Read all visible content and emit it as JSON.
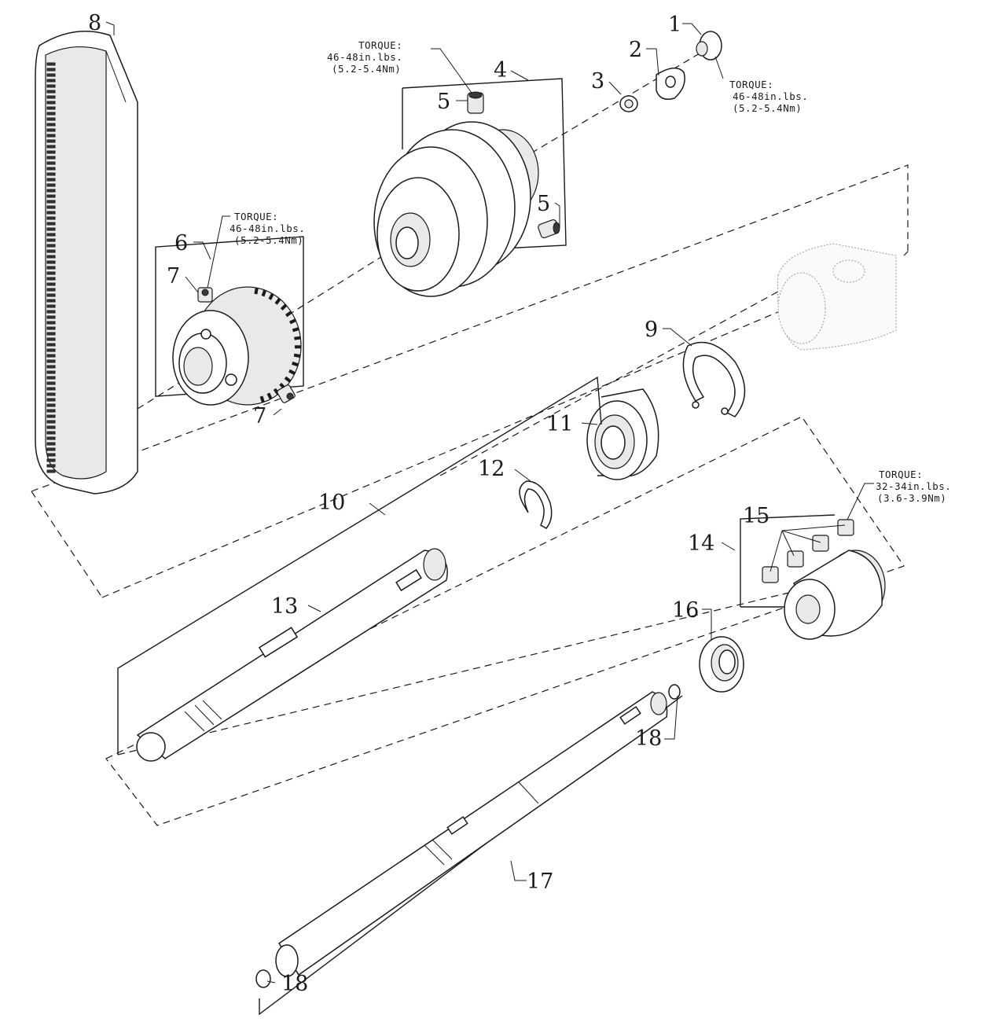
{
  "diagram": {
    "callouts": [
      {
        "id": "1",
        "label": "1"
      },
      {
        "id": "2",
        "label": "2"
      },
      {
        "id": "3",
        "label": "3"
      },
      {
        "id": "4",
        "label": "4"
      },
      {
        "id": "5a",
        "label": "5"
      },
      {
        "id": "5b",
        "label": "5"
      },
      {
        "id": "6",
        "label": "6"
      },
      {
        "id": "7a",
        "label": "7"
      },
      {
        "id": "7b",
        "label": "7"
      },
      {
        "id": "8",
        "label": "8"
      },
      {
        "id": "9",
        "label": "9"
      },
      {
        "id": "10",
        "label": "10"
      },
      {
        "id": "11",
        "label": "11"
      },
      {
        "id": "12",
        "label": "12"
      },
      {
        "id": "13",
        "label": "13"
      },
      {
        "id": "14",
        "label": "14"
      },
      {
        "id": "15",
        "label": "15"
      },
      {
        "id": "16",
        "label": "16"
      },
      {
        "id": "17",
        "label": "17"
      },
      {
        "id": "18a",
        "label": "18"
      },
      {
        "id": "18b",
        "label": "18"
      }
    ],
    "torque_notes": [
      {
        "id": "t1",
        "lines": [
          "TORQUE:",
          "46-48in.lbs.",
          "(5.2-5.4Nm)"
        ]
      },
      {
        "id": "t2",
        "lines": [
          "TORQUE:",
          "46-48in.lbs.",
          "(5.2-5.4Nm)"
        ]
      },
      {
        "id": "t3",
        "lines": [
          "TORQUE:",
          "46-48in.lbs.",
          "(5.2-5.4Nm)"
        ]
      },
      {
        "id": "t4",
        "lines": [
          "TORQUE:",
          "32-34in.lbs.",
          "(3.6-3.9Nm)"
        ]
      }
    ]
  }
}
